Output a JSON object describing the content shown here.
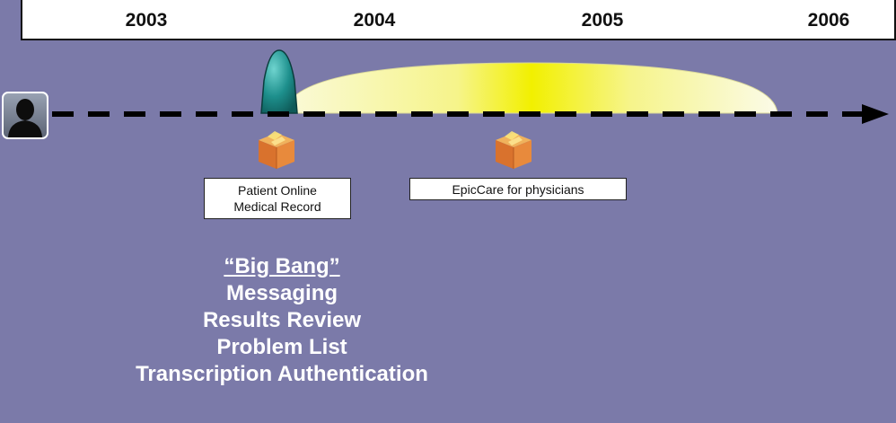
{
  "timeline": {
    "years": [
      "2003",
      "2004",
      "2005",
      "2006"
    ]
  },
  "milestones": [
    {
      "lines": [
        "Patient Online",
        "Medical Record"
      ],
      "icon": "package-box-icon"
    },
    {
      "lines": [
        "EpicCare for physicians"
      ],
      "icon": "package-box-icon"
    }
  ],
  "features": {
    "heading": "“Big Bang”",
    "items": [
      "Messaging",
      "Results Review",
      "Problem List",
      "Transcription Authentication"
    ]
  },
  "colors": {
    "background": "#7b7aa9",
    "teal_dome": "#1d8f8c",
    "yellow_arc": "#f2f000",
    "box_orange": "#e8883a"
  }
}
